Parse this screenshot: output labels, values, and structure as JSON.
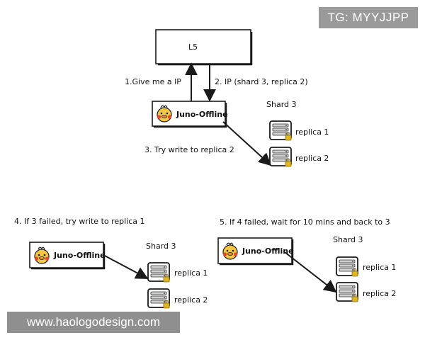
{
  "header_badge": "TG: MYYJJPP",
  "watermark": "www.haologodesign.com",
  "lb_label": "L5",
  "client_label": "Juno-Offline",
  "shard_label": "Shard 3",
  "replicas": [
    "replica 1",
    "replica 2"
  ],
  "steps": {
    "step1": "1.Give me a IP",
    "step2": "2. IP (shard 3, replica 2)",
    "step3": "3. Try write to replica 2",
    "step4": "4. If 3 failed,  try write to replica 1",
    "step5": "5.  If 4 failed, wait for 10 mins and back to 3"
  },
  "icons": {
    "client": "duck-mascot-icon",
    "server": "server-rack-icon"
  },
  "colors": {
    "stroke": "#1a1a1a",
    "duck_body": "#f5c842",
    "cheek": "#e8452c",
    "server_lock": "#e0b81e"
  }
}
